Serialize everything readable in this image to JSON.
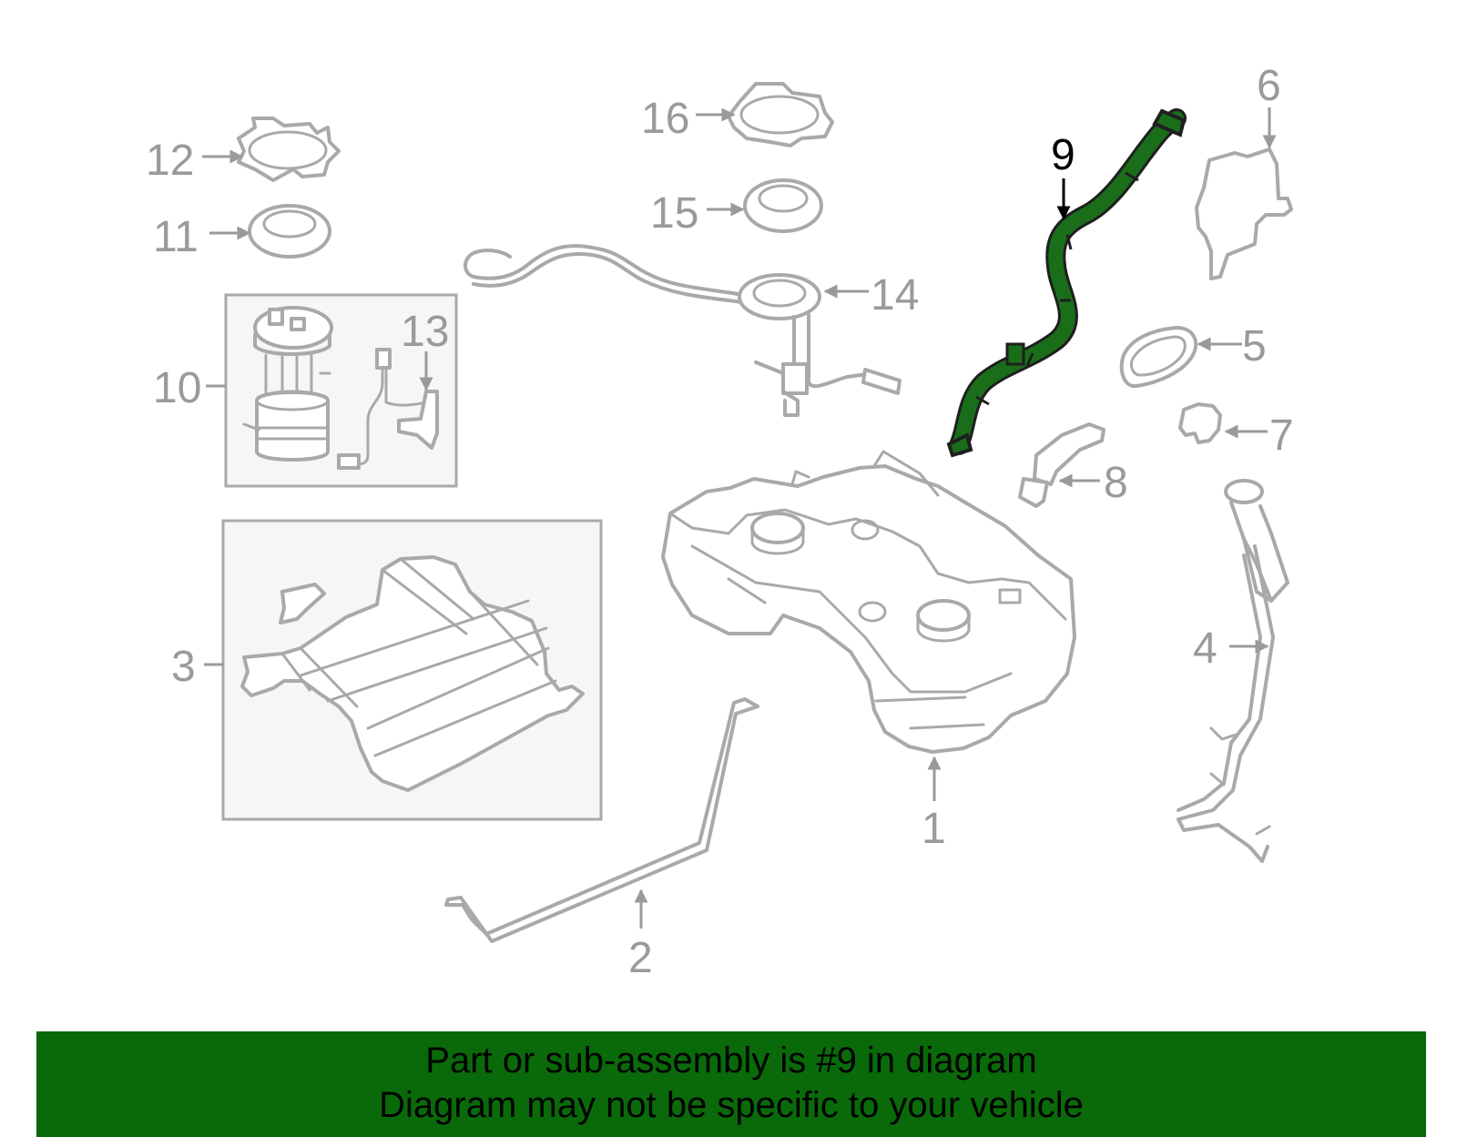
{
  "diagram": {
    "callouts": [
      {
        "id": "1",
        "label": "1"
      },
      {
        "id": "2",
        "label": "2"
      },
      {
        "id": "3",
        "label": "3"
      },
      {
        "id": "4",
        "label": "4"
      },
      {
        "id": "5",
        "label": "5"
      },
      {
        "id": "6",
        "label": "6"
      },
      {
        "id": "7",
        "label": "7"
      },
      {
        "id": "8",
        "label": "8"
      },
      {
        "id": "9",
        "label": "9",
        "highlighted": true
      },
      {
        "id": "10",
        "label": "10"
      },
      {
        "id": "11",
        "label": "11"
      },
      {
        "id": "12",
        "label": "12"
      },
      {
        "id": "13",
        "label": "13"
      },
      {
        "id": "14",
        "label": "14"
      },
      {
        "id": "15",
        "label": "15"
      },
      {
        "id": "16",
        "label": "16"
      }
    ],
    "highlight_color": "#1a6e1a",
    "part_line_color": "#a9a9a9"
  },
  "banner": {
    "line1": "Part or sub-assembly is #9 in diagram",
    "line2": "Diagram may not be specific to your vehicle",
    "background": "#0a6a0a"
  }
}
